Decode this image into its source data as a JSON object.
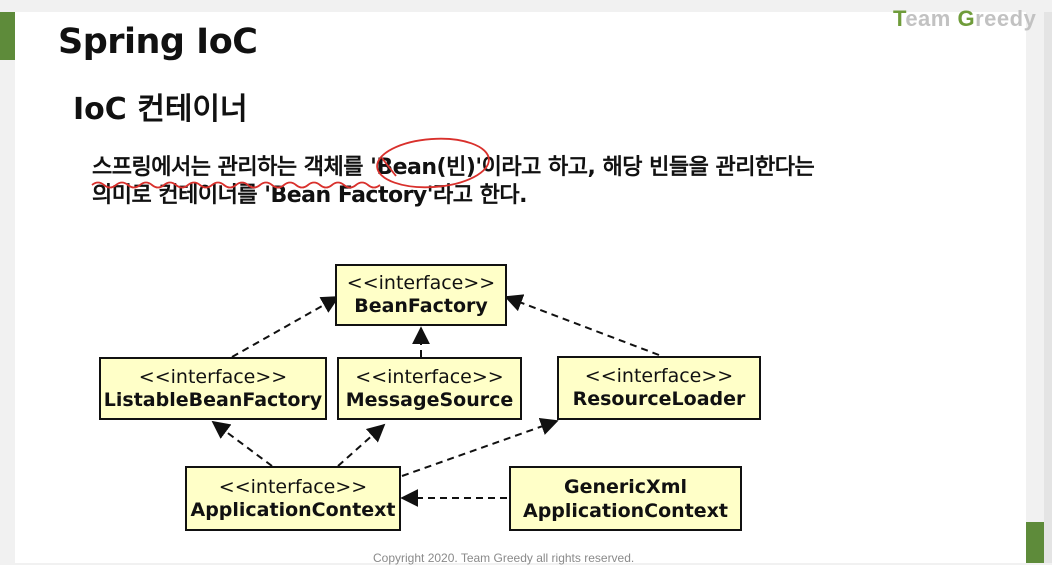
{
  "brand": {
    "first_letter": "T",
    "first_rest": "eam ",
    "second_letter": "G",
    "second_rest": "reedy"
  },
  "title": "Spring IoC",
  "subtitle": "IoC 컨테이너",
  "paragraph": {
    "line1": "스프링에서는 관리하는 객체를 'Bean(빈)'이라고 하고, 해당 빈들을 관리한다는",
    "line2": "의미로 컨테이너를 'Bean Factory'라고 한다."
  },
  "diagram": {
    "nodes": [
      {
        "id": "BeanFactory",
        "stereotype": "<<interface>>",
        "name": "BeanFactory"
      },
      {
        "id": "ListableBeanFactory",
        "stereotype": "<<interface>>",
        "name": "ListableBeanFactory"
      },
      {
        "id": "MessageSource",
        "stereotype": "<<interface>>",
        "name": "MessageSource"
      },
      {
        "id": "ResourceLoader",
        "stereotype": "<<interface>>",
        "name": "ResourceLoader"
      },
      {
        "id": "ApplicationContext",
        "stereotype": "<<interface>>",
        "name": "ApplicationContext"
      },
      {
        "id": "GenericXmlApplicationContext",
        "stereotype": "GenericXml",
        "name": "ApplicationContext"
      }
    ],
    "edges": [
      {
        "from": "ListableBeanFactory",
        "to": "BeanFactory",
        "style": "dashed"
      },
      {
        "from": "MessageSource",
        "to": "BeanFactory",
        "style": "dashed"
      },
      {
        "from": "ResourceLoader",
        "to": "BeanFactory",
        "style": "dashed"
      },
      {
        "from": "ApplicationContext",
        "to": "ListableBeanFactory",
        "style": "dashed"
      },
      {
        "from": "ApplicationContext",
        "to": "MessageSource",
        "style": "dashed"
      },
      {
        "from": "ApplicationContext",
        "to": "ResourceLoader",
        "style": "dashed"
      },
      {
        "from": "GenericXmlApplicationContext",
        "to": "ApplicationContext",
        "style": "dashed"
      }
    ]
  },
  "footer": "Copyright 2020. Team Greedy all rights reserved.",
  "colors": {
    "accent": "#5e8b3a",
    "box_fill": "#ffffc8",
    "annotation": "#d9302c"
  }
}
